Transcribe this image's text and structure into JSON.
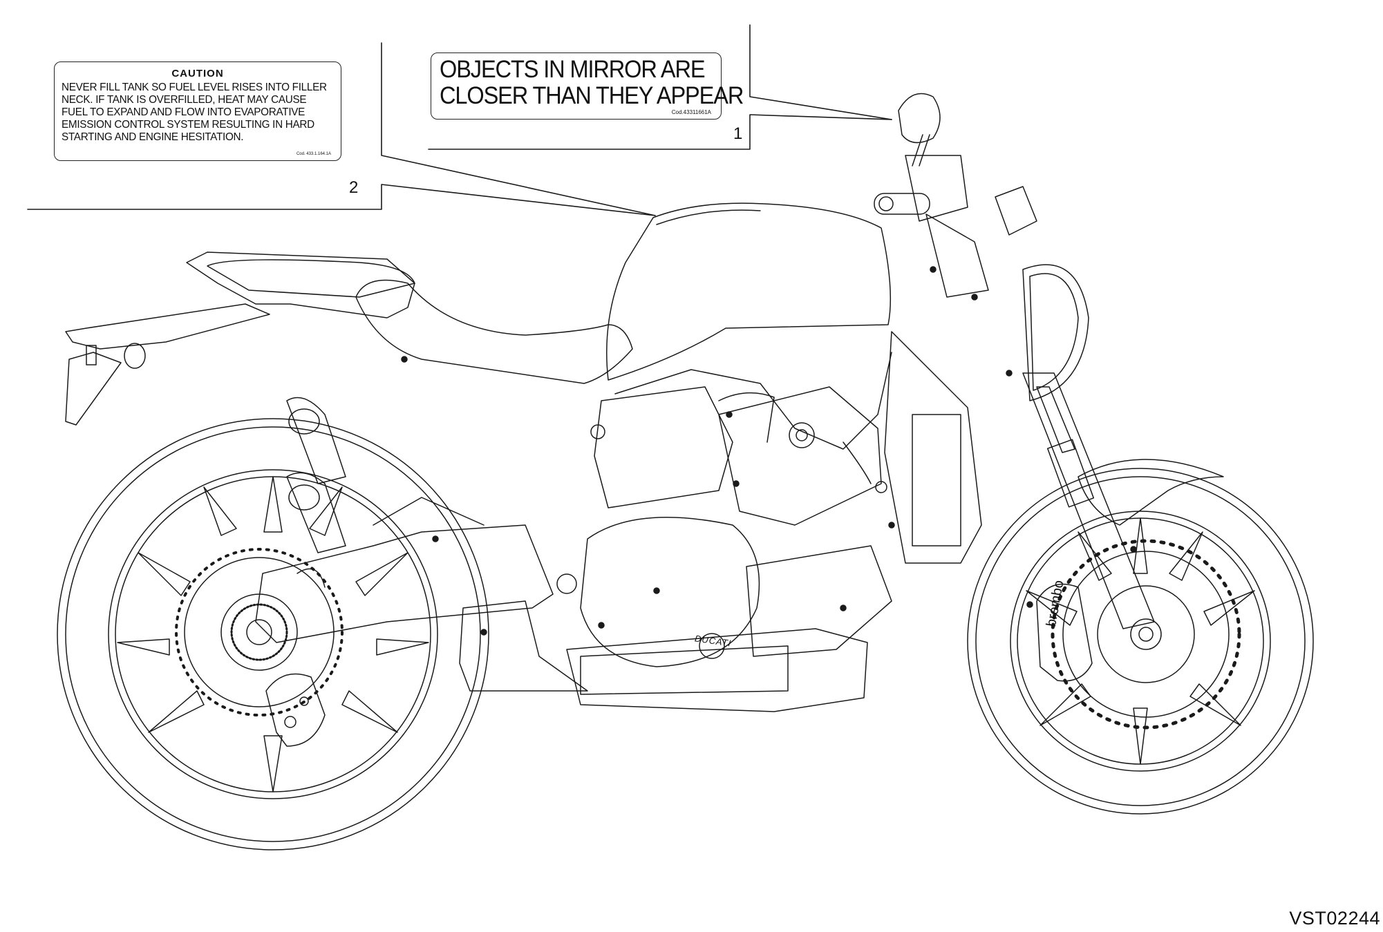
{
  "decals": {
    "caution": {
      "callout": "2",
      "title": "CAUTION",
      "lines": [
        "NEVER FILL TANK SO FUEL LEVEL RISES INTO FILLER",
        "NECK. IF TANK IS OVERFILLED, HEAT MAY CAUSE",
        "FUEL TO EXPAND AND FLOW INTO EVAPORATIVE",
        "EMISSION CONTROL SYSTEM RESULTING IN HARD",
        "STARTING AND ENGINE HESITATION."
      ],
      "code": "Cod. 433.1.164.1A"
    },
    "mirror": {
      "callout": "1",
      "lines": [
        "OBJECTS IN MIRROR ARE",
        "CLOSER THAN THEY APPEAR"
      ],
      "code": "Cod.43311661A"
    }
  },
  "drawing": {
    "reference_code": "VST02244",
    "brand_marks": {
      "engine_case": "DUCATI",
      "brake_caliper": "brembo"
    }
  }
}
